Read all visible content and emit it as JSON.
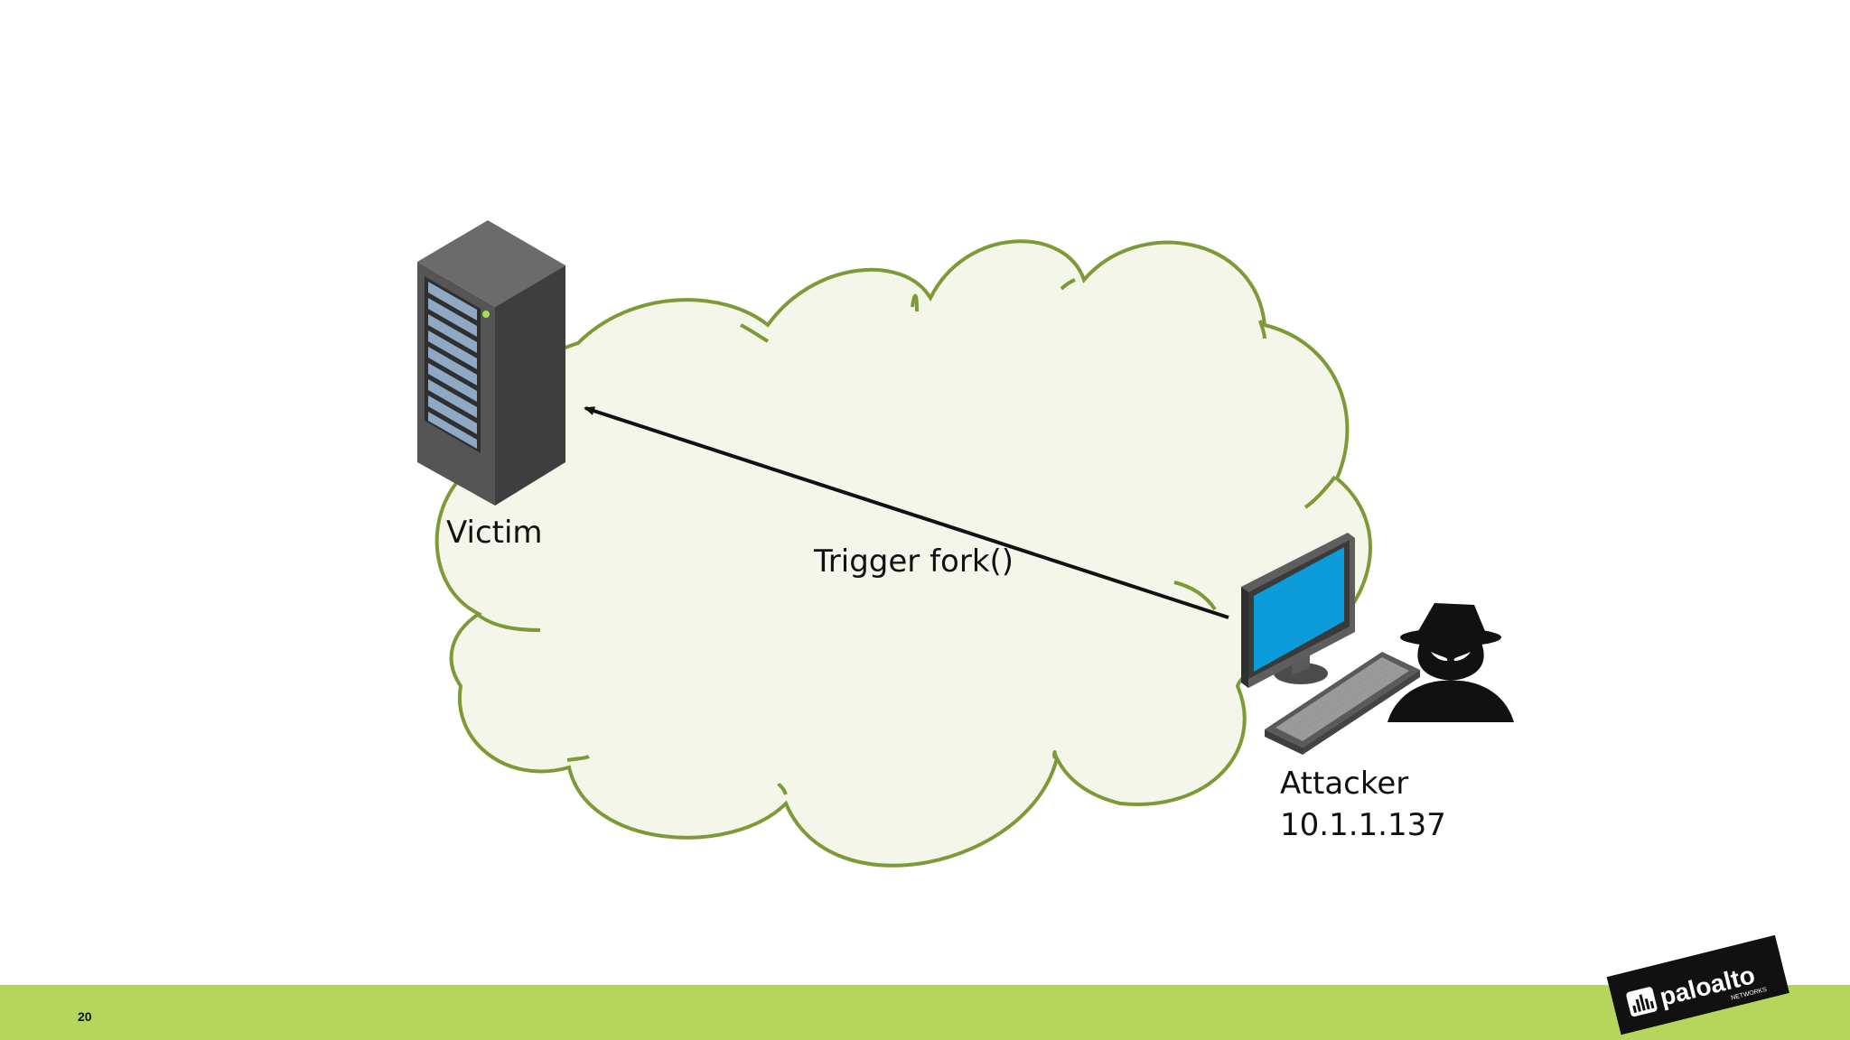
{
  "nodes": {
    "victim": {
      "label": "Victim",
      "icon": "server-tower-icon"
    },
    "attacker": {
      "label": "Attacker",
      "ip": "10.1.1.137",
      "icon": "workstation-icon",
      "figure_icon": "hooded-spy-icon"
    }
  },
  "edges": [
    {
      "from": "attacker",
      "to": "victim",
      "label": "Trigger fork()"
    }
  ],
  "network": {
    "icon": "cloud-icon"
  },
  "footer": {
    "page_number": "20"
  },
  "logo": {
    "text": "paloalto",
    "subtext": "NETWORKS"
  },
  "colors": {
    "cloud_fill": "#f3f6e8",
    "cloud_stroke": "#7d9a36",
    "footer_bar": "#b5d55b",
    "monitor_screen": "#0a9bd8",
    "server_body": "#4a4a4a",
    "arrow": "#111111"
  }
}
